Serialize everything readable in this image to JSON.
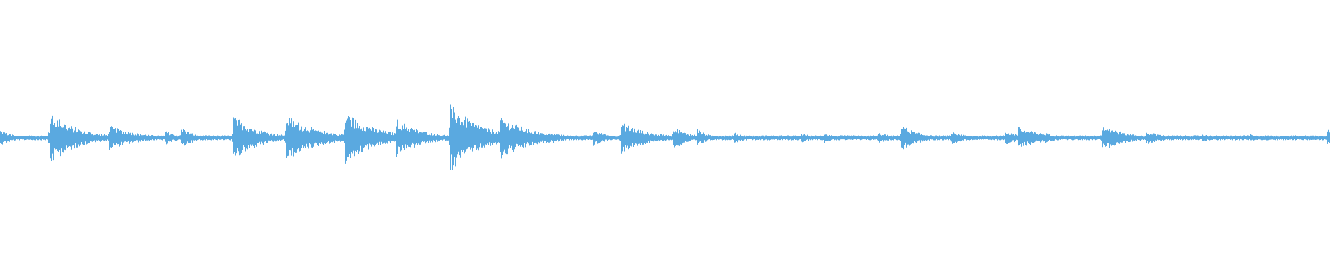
{
  "waveform": {
    "color": "#5aa9e0",
    "background": "#ffffff",
    "baseline_amplitude": 0.018,
    "transients": [
      {
        "t": 0.0,
        "peak": 0.06,
        "decay": 0.01
      },
      {
        "t": 0.037,
        "peak": 0.2,
        "decay": 0.02
      },
      {
        "t": 0.082,
        "peak": 0.09,
        "decay": 0.022
      },
      {
        "t": 0.124,
        "peak": 0.06,
        "decay": 0.008
      },
      {
        "t": 0.136,
        "peak": 0.08,
        "decay": 0.01
      },
      {
        "t": 0.175,
        "peak": 0.18,
        "decay": 0.018
      },
      {
        "t": 0.197,
        "peak": 0.07,
        "decay": 0.006
      },
      {
        "t": 0.215,
        "peak": 0.17,
        "decay": 0.024
      },
      {
        "t": 0.259,
        "peak": 0.2,
        "decay": 0.022
      },
      {
        "t": 0.298,
        "peak": 0.14,
        "decay": 0.02
      },
      {
        "t": 0.338,
        "peak": 0.26,
        "decay": 0.022
      },
      {
        "t": 0.361,
        "peak": 0.05,
        "decay": 0.004
      },
      {
        "t": 0.376,
        "peak": 0.16,
        "decay": 0.024
      },
      {
        "t": 0.415,
        "peak": 0.04,
        "decay": 0.012
      },
      {
        "t": 0.446,
        "peak": 0.06,
        "decay": 0.012
      },
      {
        "t": 0.467,
        "peak": 0.12,
        "decay": 0.02
      },
      {
        "t": 0.506,
        "peak": 0.09,
        "decay": 0.012
      },
      {
        "t": 0.524,
        "peak": 0.07,
        "decay": 0.008
      },
      {
        "t": 0.552,
        "peak": 0.04,
        "decay": 0.01
      },
      {
        "t": 0.602,
        "peak": 0.04,
        "decay": 0.01
      },
      {
        "t": 0.62,
        "peak": 0.04,
        "decay": 0.008
      },
      {
        "t": 0.66,
        "peak": 0.04,
        "decay": 0.012
      },
      {
        "t": 0.677,
        "peak": 0.1,
        "decay": 0.014
      },
      {
        "t": 0.715,
        "peak": 0.05,
        "decay": 0.012
      },
      {
        "t": 0.756,
        "peak": 0.05,
        "decay": 0.016
      },
      {
        "t": 0.766,
        "peak": 0.08,
        "decay": 0.02
      },
      {
        "t": 0.786,
        "peak": 0.04,
        "decay": 0.008
      },
      {
        "t": 0.829,
        "peak": 0.1,
        "decay": 0.018
      },
      {
        "t": 0.862,
        "peak": 0.05,
        "decay": 0.014
      },
      {
        "t": 0.904,
        "peak": 0.03,
        "decay": 0.01
      },
      {
        "t": 0.94,
        "peak": 0.03,
        "decay": 0.008
      },
      {
        "t": 0.998,
        "peak": 0.07,
        "decay": 0.006
      }
    ]
  }
}
